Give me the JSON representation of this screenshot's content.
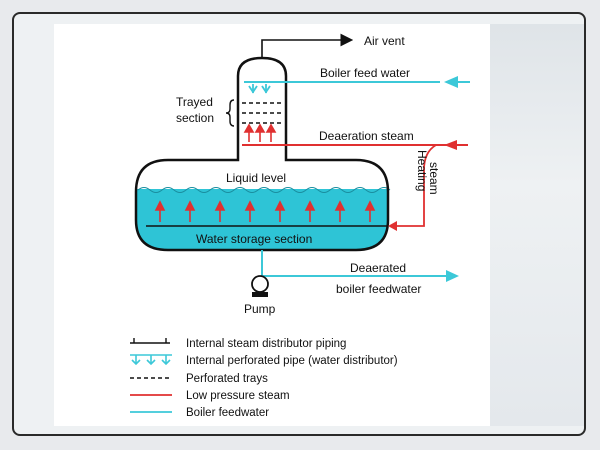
{
  "labels": {
    "air_vent": "Air vent",
    "boiler_feed_water": "Boiler feed water",
    "trayed_section_line1": "Trayed",
    "trayed_section_line2": "section",
    "deaeration_steam": "Deaeration steam",
    "liquid_level": "Liquid level",
    "heating_steam_line1": "Heating",
    "heating_steam_line2": "steam",
    "water_storage_section": "Water storage section",
    "deaerated_line1": "Deaerated",
    "deaerated_line2": "boiler feedwater",
    "pump": "Pump"
  },
  "legend": [
    {
      "symbol": "internal-steam-distributor",
      "text": "Internal steam distributor piping"
    },
    {
      "symbol": "internal-perforated-pipe",
      "text": "Internal perforated pipe (water distributor)"
    },
    {
      "symbol": "perforated-trays",
      "text": "Perforated trays"
    },
    {
      "symbol": "low-pressure-steam",
      "text": "Low pressure steam"
    },
    {
      "symbol": "boiler-feedwater",
      "text": "Boiler feedwater"
    }
  ],
  "colors": {
    "water": "#2ec4d6",
    "feedwater_line": "#3cc8d8",
    "steam_line": "#e03030",
    "outline": "#111111"
  }
}
